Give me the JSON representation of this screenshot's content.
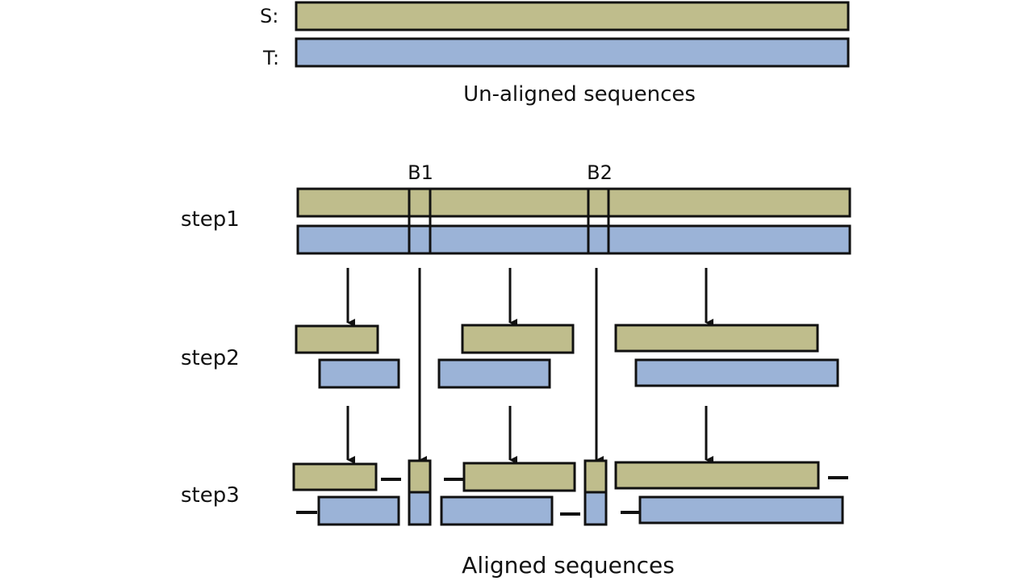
{
  "colors": {
    "source": "#bfbd8c",
    "target": "#9bb3d7",
    "stroke": "#111111",
    "background": "#ffffff"
  },
  "top": {
    "source_label": "S:",
    "target_label": "T:",
    "caption": "Un-aligned sequences"
  },
  "breakpoints": [
    {
      "label": "B1"
    },
    {
      "label": "B2"
    }
  ],
  "steps": [
    {
      "label": "step1"
    },
    {
      "label": "step2"
    },
    {
      "label": "step3"
    }
  ],
  "bottom": {
    "caption": "Aligned sequences"
  }
}
